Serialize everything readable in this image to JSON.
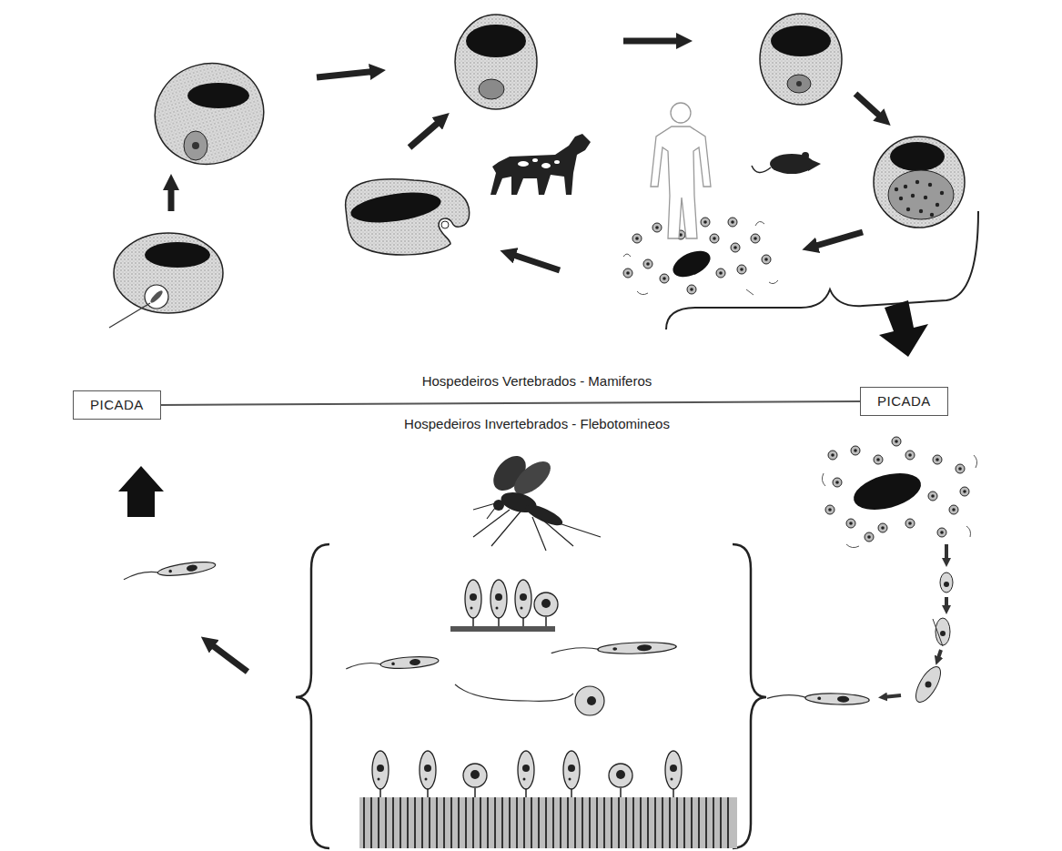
{
  "diagram": {
    "nodes": [
      {
        "text": [
          "PICADA"
        ]
      },
      {
        "text": [
          "PICADA"
        ]
      }
    ],
    "edges": [
      {
        "from": 0,
        "to": 1,
        "arrow": "none"
      }
    ],
    "labels": [
      "Hospedeiros Vertebrados - Mamiferos",
      "Hospedeiros Invertebrados - Flebotomineos"
    ]
  }
}
